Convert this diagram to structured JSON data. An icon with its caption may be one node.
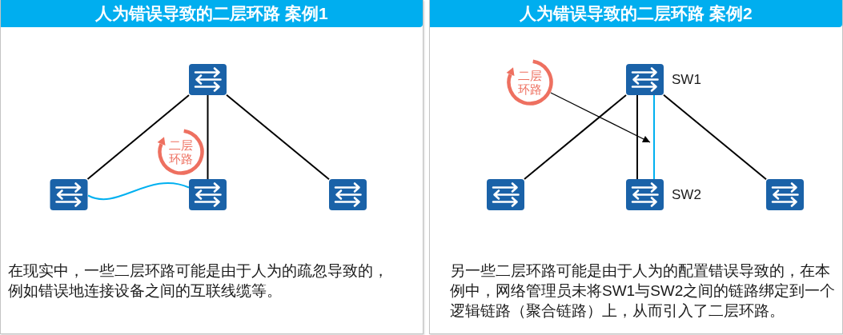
{
  "diagram": {
    "nodes": [
      {
        "text": [
          "人为错误导致的二层环路 案例1",
          "在现实中，一些二层环路可能是由于人为的疏忽导致的，例如错误地连接设备之间的互联线缆等。"
        ]
      },
      {
        "text": [],
        "shape": "picture",
        "in": 0
      },
      {
        "text": [],
        "shape": "picture",
        "in": 0
      },
      {
        "text": [],
        "shape": "picture",
        "in": 0
      },
      {
        "text": [],
        "shape": "picture",
        "in": 0
      },
      {
        "text": [
          "二层环路"
        ],
        "in": 0
      },
      {
        "text": [
          "人为错误导致的二层环路 案例2",
          "另一些二层环路可能是由于人为的配置错误导致的，在本例中，网络管理员未将SW1与SW2之间的链路绑定到一个逻辑链路（聚合链路）上，从而引入了二层环路。"
        ]
      },
      {
        "text": [],
        "shape": "picture",
        "in": 6,
        "beside": [
          "SW1"
        ]
      },
      {
        "text": [],
        "shape": "picture",
        "in": 6
      },
      {
        "text": [],
        "shape": "picture",
        "in": 6,
        "beside": [
          "SW2"
        ]
      },
      {
        "text": [],
        "shape": "picture",
        "in": 6
      },
      {
        "text": [
          "二层环路"
        ],
        "in": 6
      }
    ],
    "edges": [
      {
        "from": 1,
        "to": 2,
        "arrow": "none"
      },
      {
        "from": 1,
        "to": 3,
        "arrow": "none"
      },
      {
        "from": 1,
        "to": 4,
        "arrow": "none"
      },
      {
        "from": 2,
        "to": 3,
        "arrow": "none",
        "color": "#00b0f0"
      },
      {
        "from": 7,
        "to": 8,
        "arrow": "none"
      },
      {
        "from": 7,
        "to": 9,
        "arrow": "none"
      },
      {
        "from": 7,
        "to": 9,
        "arrow": "none",
        "color": "#00b0f0"
      },
      {
        "from": 7,
        "to": 10,
        "arrow": "none"
      },
      {
        "from": 11,
        "to": null,
        "arrow": "to"
      }
    ]
  }
}
